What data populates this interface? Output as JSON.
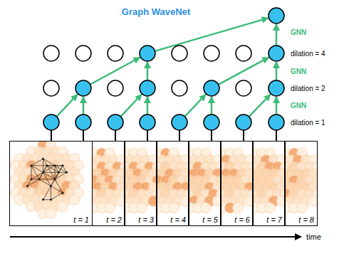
{
  "diagram": {
    "title": "Graph WaveNet",
    "nodes": [
      {
        "text": [
          "t = 1"
        ]
      },
      {
        "text": [
          "t = 2"
        ]
      },
      {
        "text": [
          "t = 3"
        ]
      },
      {
        "text": [
          "t = 4"
        ]
      },
      {
        "text": [
          "t = 5"
        ]
      },
      {
        "text": [
          "t = 6"
        ]
      },
      {
        "text": [
          "t = 7"
        ]
      },
      {
        "text": [
          "t = 8"
        ]
      }
    ],
    "labels": [
      "GNN",
      "dilation = 4",
      "GNN",
      "dilation = 2",
      "GNN",
      "dilation = 1",
      "time"
    ]
  }
}
